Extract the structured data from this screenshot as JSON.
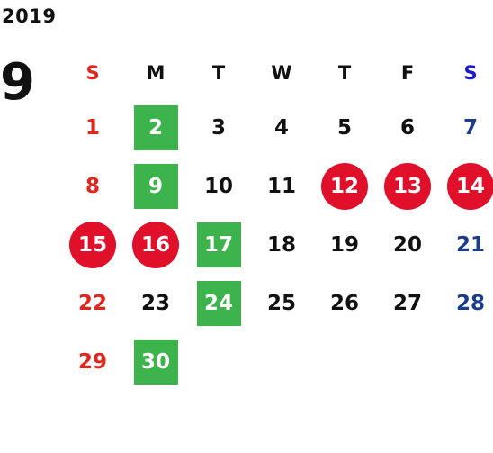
{
  "calendar": {
    "year": "2019",
    "month": "9",
    "weekdays": [
      "S",
      "M",
      "T",
      "W",
      "T",
      "F",
      "S"
    ],
    "colors": {
      "sunday": "#e1261c",
      "saturday": "#1a3c8c",
      "saturday_header": "#1a1acc",
      "text": "#111111",
      "green_highlight": "#3cb44b",
      "red_highlight": "#e0102a"
    },
    "weeks": [
      [
        "1",
        "2",
        "3",
        "4",
        "5",
        "6",
        "7"
      ],
      [
        "8",
        "9",
        "10",
        "11",
        "12",
        "13",
        "14"
      ],
      [
        "15",
        "16",
        "17",
        "18",
        "19",
        "20",
        "21"
      ],
      [
        "22",
        "23",
        "24",
        "25",
        "26",
        "27",
        "28"
      ],
      [
        "29",
        "30",
        "",
        "",
        "",
        "",
        ""
      ]
    ],
    "green_days": [
      "2",
      "9",
      "17",
      "24",
      "30"
    ],
    "red_days": [
      "12",
      "13",
      "14",
      "15",
      "16"
    ]
  }
}
